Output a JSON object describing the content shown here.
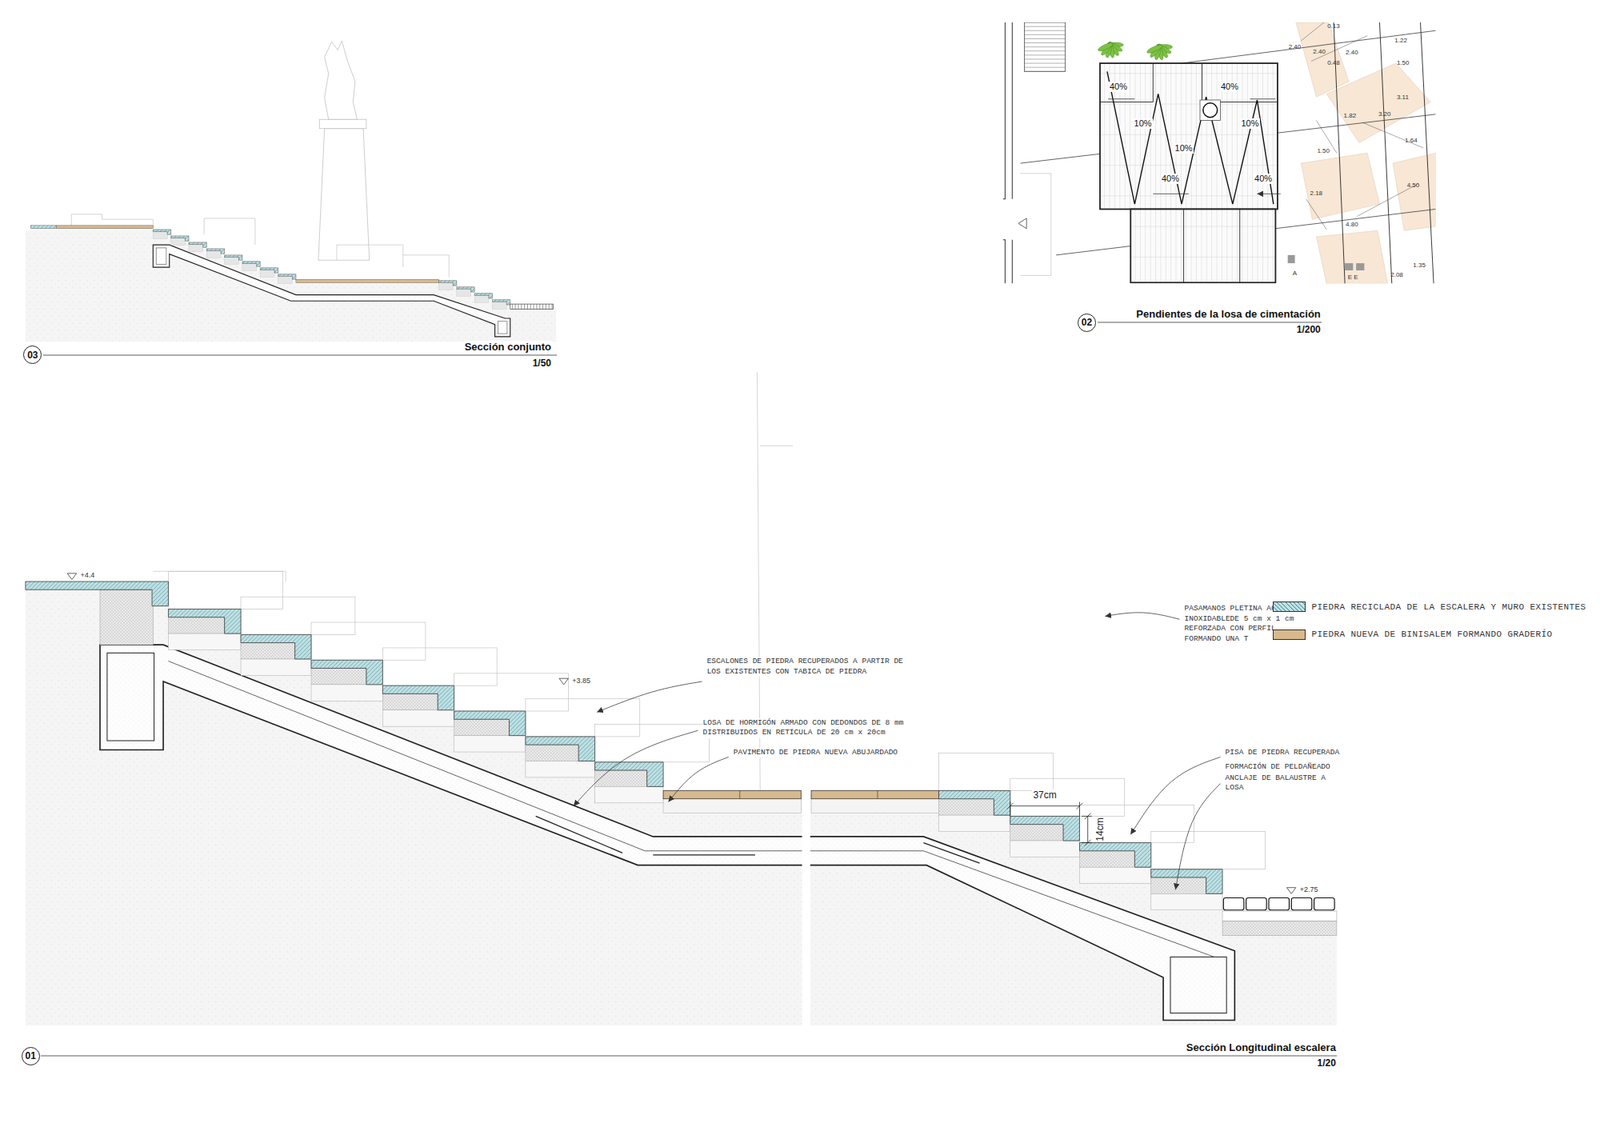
{
  "diagram": {
    "nodes": [
      {
        "text": [
          "03"
        ]
      },
      {
        "text": [
          "02"
        ]
      },
      {
        "text": [
          "01"
        ]
      }
    ],
    "labels": [
      "Sección conjunto",
      "1/50",
      "Pendientes de la losa de cimentación",
      "1/200",
      "Sección Longitudinal escalera",
      "1/20",
      "+4.4",
      "+3.85",
      "+2.75",
      "ESCALONES DE PIEDRA RECUPERADOS A PARTIR DE LOS EXISTENTES CON TABICA DE PIEDRA",
      "LOSA DE HORMIGÓN ARMADO CON DEDONDOS DE 8 mm DISTRIBUIDOS EN RETÍCULA DE 20 cm x 20cm",
      "PAVIMENTO DE PIEDRA NUEVA ABUJARDADO",
      "PISA DE PIEDRA RECUPERADA",
      "FORMACIÓN DE PELDAÑEADO",
      "ANCLAJE DE BALAUSTRE A LOSA",
      "PASAMANOS PLETINA ACERO INOXIDABLEDE 5 cm x 1 cm REFORZADA CON PERFIL FORMANDO UNA T",
      "37cm",
      "14cm",
      "40%",
      "40%",
      "40%",
      "40%",
      "10%",
      "10%",
      "10%",
      "A",
      "E E",
      "0.13",
      "2.40",
      "2.40",
      "2.40",
      "0.48",
      "1.22",
      "1.50",
      "1.82",
      "3.11",
      "3.20",
      "1.64",
      "1.50",
      "2.18",
      "4.50",
      "4.80",
      "2.08",
      "1.35"
    ],
    "legend": [
      {
        "text": "PIEDRA RECICLADA DE LA ESCALERA Y MURO EXISTENTES",
        "color": "#bfe1e4"
      },
      {
        "text": "PIEDRA NUEVA DE BINISALEM FORMANDO GRADERÍO",
        "color": "#d8b98c"
      }
    ]
  }
}
